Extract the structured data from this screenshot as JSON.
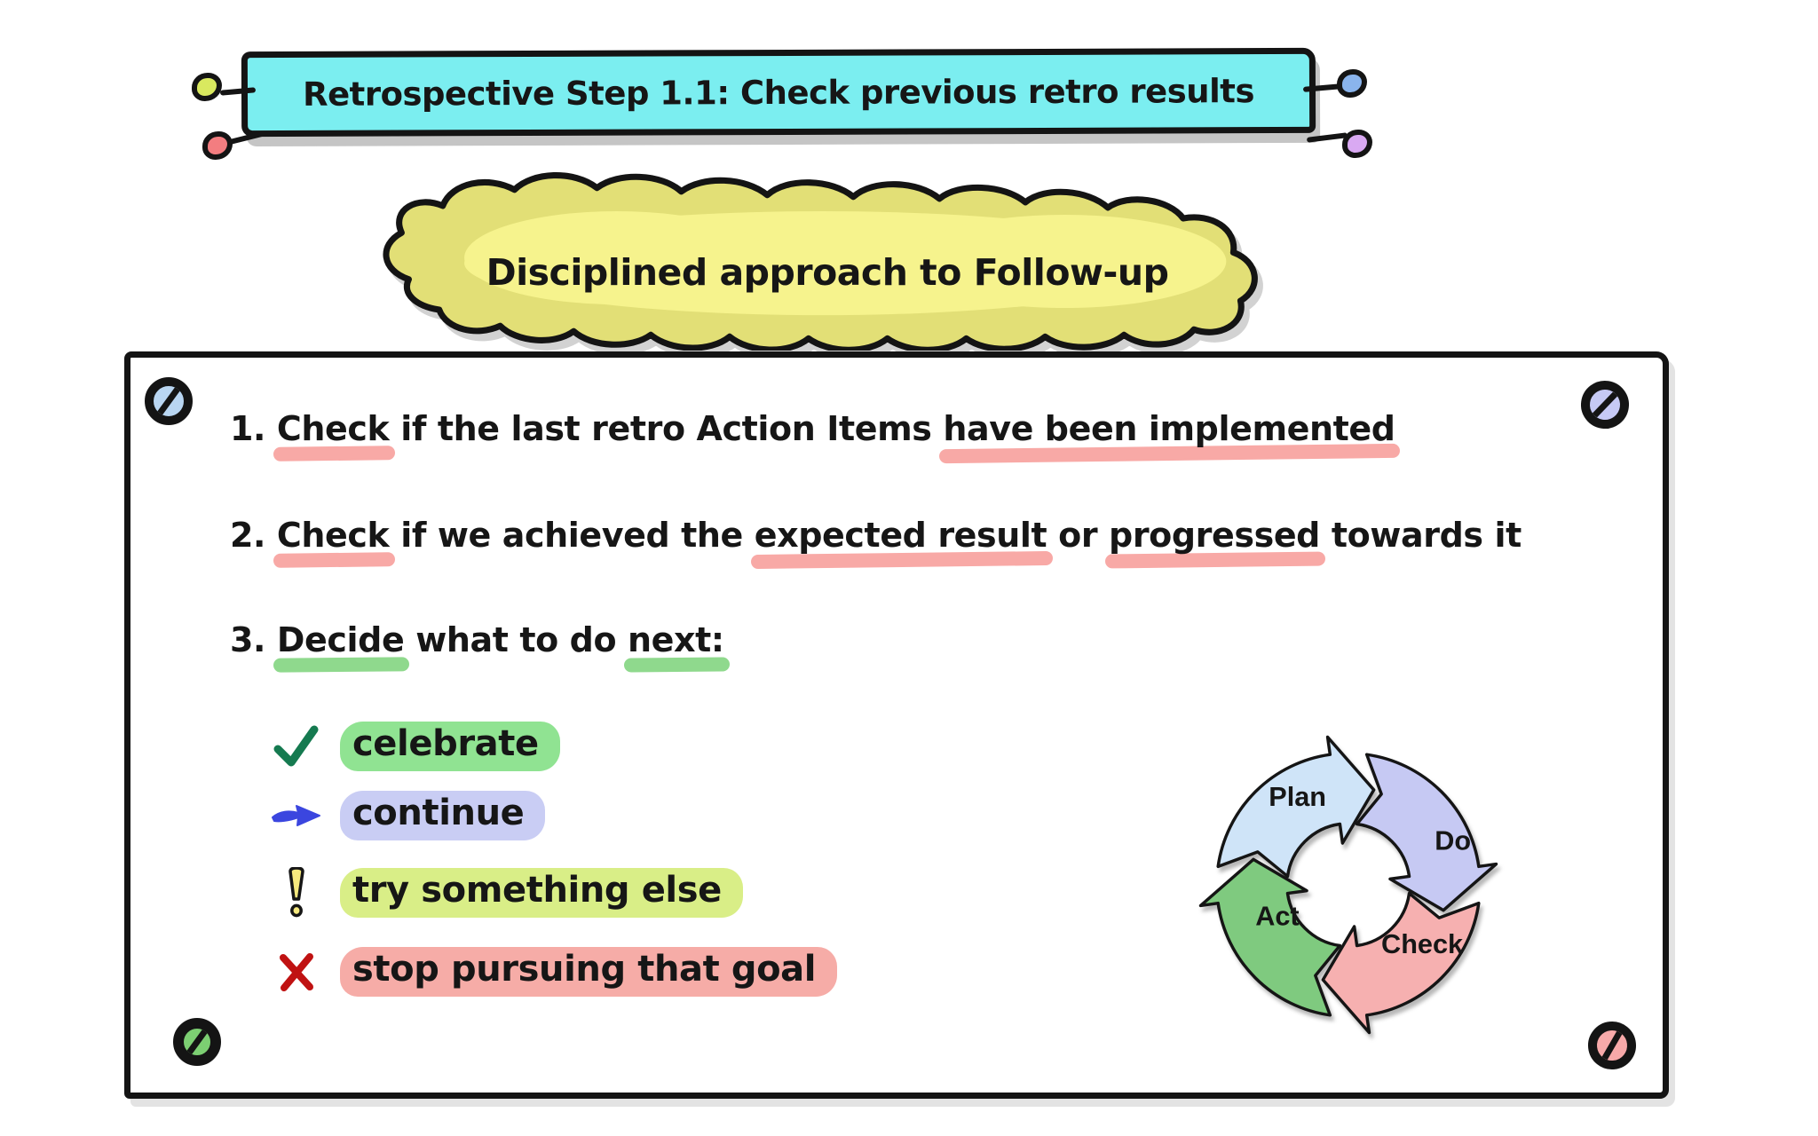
{
  "banner": {
    "title": "Retrospective Step 1.1: Check previous retro results",
    "background": "#7beef0",
    "pins": [
      {
        "name": "pin-top-left",
        "color": "#d9e95f"
      },
      {
        "name": "pin-bottom-left",
        "color": "#f37d80"
      },
      {
        "name": "pin-top-right",
        "color": "#8ab4ec"
      },
      {
        "name": "pin-bottom-right",
        "color": "#d9a9f2"
      }
    ]
  },
  "subtitle": {
    "text": "Disciplined approach to Follow-up",
    "fill_outer": "#e2df76",
    "fill_inner": "#f6f38d"
  },
  "board": {
    "underline_colors": {
      "pink": "#f8a9a6",
      "green": "#8fd98d"
    },
    "numbered_items": [
      {
        "parts": [
          {
            "text": "1. "
          },
          {
            "text": "Check",
            "underline": "pink"
          },
          {
            "text": " if the last retro Action Items "
          },
          {
            "text": "have been implemented",
            "underline": "pink"
          }
        ]
      },
      {
        "parts": [
          {
            "text": "2. "
          },
          {
            "text": "Check",
            "underline": "pink"
          },
          {
            "text": " if we achieved the "
          },
          {
            "text": "expected result",
            "underline": "pink"
          },
          {
            "text": " or "
          },
          {
            "text": "progressed",
            "underline": "pink"
          },
          {
            "text": " towards it"
          }
        ]
      },
      {
        "parts": [
          {
            "text": "3. "
          },
          {
            "text": "Decide",
            "underline": "green"
          },
          {
            "text": " what to do "
          },
          {
            "text": "next:",
            "underline": "green"
          }
        ]
      }
    ],
    "options": [
      {
        "icon": "check-icon",
        "label": "celebrate",
        "highlight": "#90e392",
        "icon_color": "#157a50"
      },
      {
        "icon": "arrow-icon",
        "label": "continue",
        "highlight": "#c9cdf4",
        "icon_color": "#3b46df"
      },
      {
        "icon": "exclamation-icon",
        "label": "try something else",
        "highlight": "#d9ee87",
        "icon_color": "#f6e97e"
      },
      {
        "icon": "cross-icon",
        "label": "stop pursuing that goal",
        "highlight": "#f6aca7",
        "icon_color": "#c01212"
      }
    ],
    "screws": [
      {
        "position": "top-left",
        "color": "#b9d6f2"
      },
      {
        "position": "top-right",
        "color": "#c6c9f5"
      },
      {
        "position": "bottom-left",
        "color": "#7ccf72"
      },
      {
        "position": "bottom-right",
        "color": "#f7a9a9"
      }
    ]
  },
  "pdca": {
    "steps": [
      {
        "label": "Plan",
        "color": "#cfe4f8"
      },
      {
        "label": "Do",
        "color": "#c6c9f3"
      },
      {
        "label": "Check",
        "color": "#f6b0b0"
      },
      {
        "label": "Act",
        "color": "#7fca7f"
      }
    ]
  }
}
